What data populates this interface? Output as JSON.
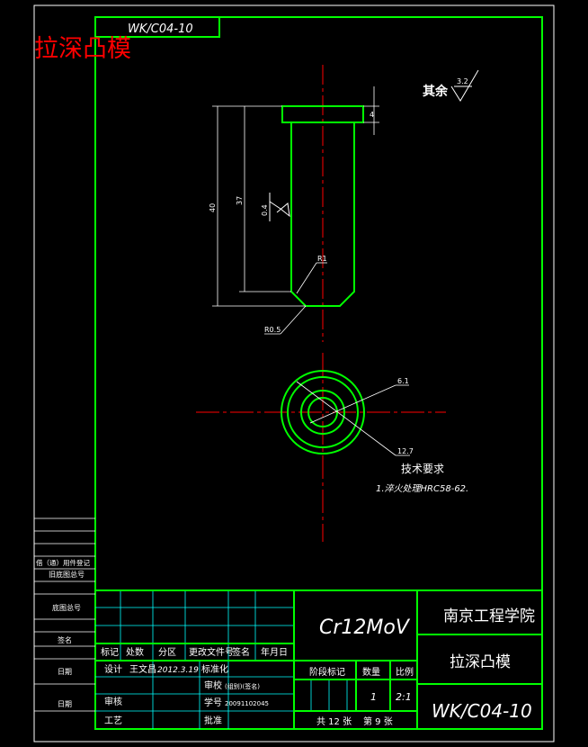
{
  "drawing_code": "WK/C04-10",
  "part_title": "拉深凸模",
  "surface_finish": {
    "label": "其余",
    "value": "3.2"
  },
  "roughness_side": "0.4",
  "dimensions": {
    "thickness": "4",
    "overall_length": "40",
    "shank_length": "37",
    "fillet_upper": "R1",
    "fillet_lower": "R0.5",
    "inner_dia": "6.1",
    "outer_dia": "12.7"
  },
  "tech_req": {
    "title": "技术要求",
    "item": "1.淬火处理HRC58-62."
  },
  "left_strip": {
    "cell1": "借（通）用件登记",
    "cell2": "旧底图总号",
    "cell3": "底图总号",
    "cell4": "签名",
    "cell5": "日期",
    "cell6": "日期"
  },
  "title_block": {
    "material": "Cr12MoV",
    "school": "南京工程学院",
    "part_name": "拉深凸模",
    "code": "WK/C04-10",
    "header_row": [
      "标记",
      "处数",
      "分区",
      "更改文件号",
      "签名",
      "年月日"
    ],
    "design_label": "设计",
    "designer": "王文昌",
    "date": "2012.3.19",
    "standardize_label": "标准化",
    "check_label": "审核",
    "process_label": "工艺",
    "proof_label": "审校",
    "group_label": "(组别)(签名)",
    "student_label": "学号",
    "student_id": "20091102045",
    "approve_label": "批准",
    "stage_label": "阶段标记",
    "weight_label": "数量",
    "scale_label": "比例",
    "weight_value": "1",
    "scale_value": "2:1",
    "sheet_total": "共 12 张",
    "sheet_no": "第 9 张"
  }
}
